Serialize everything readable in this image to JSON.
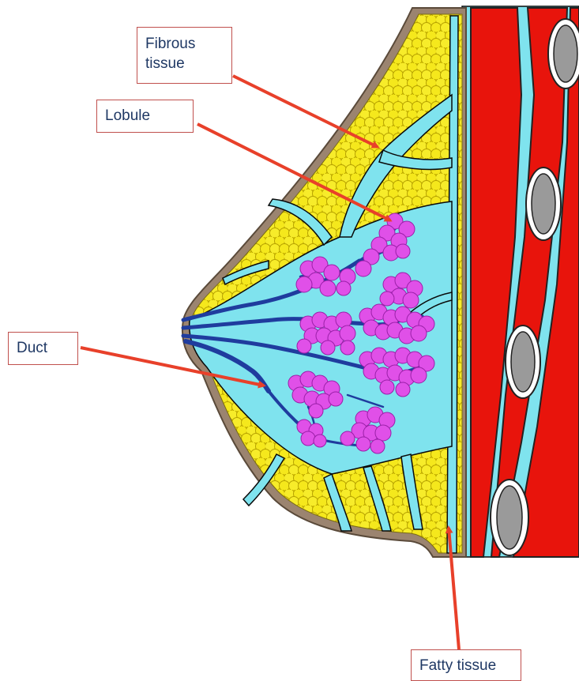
{
  "labels": {
    "fibrous_tissue": [
      "Fibrous",
      "tissue"
    ],
    "lobule": "Lobule",
    "duct": "Duct",
    "fatty_tissue": "Fatty tissue"
  },
  "colors": {
    "fat": "#f2e20a",
    "fat_outline": "#b8a300",
    "fibrous": "#7fe3ee",
    "muscle": "#e8140c",
    "skin": "#9b8470",
    "lobule": "#e050e8",
    "duct": "#1f3c9e",
    "arrow": "#e8402a",
    "rib": "#9a9a9a"
  }
}
